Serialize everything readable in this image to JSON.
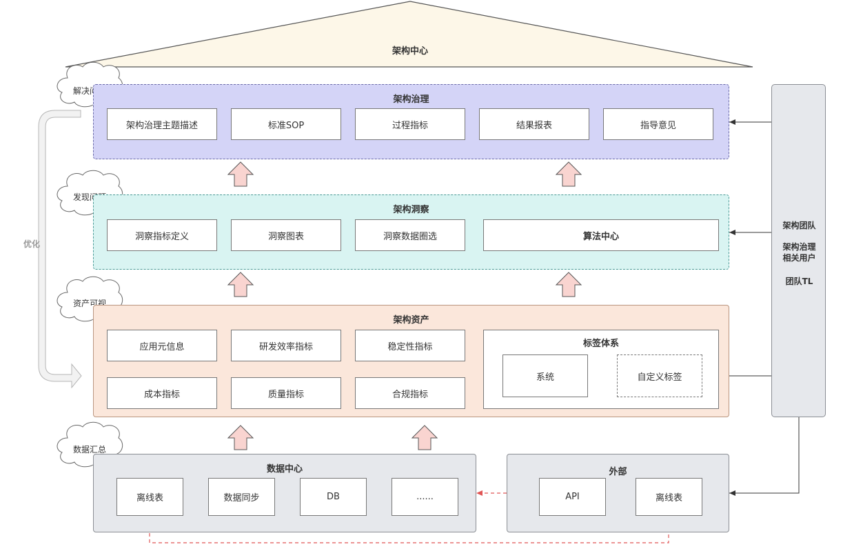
{
  "roof": {
    "label": "架构中心"
  },
  "loop": {
    "label": "优化"
  },
  "clouds": [
    "解决问题",
    "发现问题",
    "资产可视",
    "数据汇总"
  ],
  "governance": {
    "title": "架构治理",
    "items": [
      "架构治理主题描述",
      "标准SOP",
      "过程指标",
      "结果报表",
      "指导意见"
    ]
  },
  "insight": {
    "title": "架构洞察",
    "items": [
      "洞察指标定义",
      "洞察图表",
      "洞察数据圈选"
    ],
    "algo": "算法中心"
  },
  "assets": {
    "title": "架构资产",
    "items": [
      "应用元信息",
      "研发效率指标",
      "稳定性指标",
      "成本指标",
      "质量指标",
      "合规指标"
    ],
    "tags": {
      "title": "标签体系",
      "system": "系统",
      "custom": "自定义标签"
    }
  },
  "data_center": {
    "title": "数据中心",
    "items": [
      "离线表",
      "数据同步",
      "DB",
      "......"
    ]
  },
  "external": {
    "title": "外部",
    "items": [
      "API",
      "离线表"
    ]
  },
  "team": {
    "line1": "架构团队",
    "line2": "架构治理",
    "line3": "相关用户",
    "line4": "团队TL"
  },
  "colors": {
    "roof": "#fdf7e8",
    "governance": "#d4d4f7",
    "insight": "#d9f4f2",
    "assets": "#fbe7db",
    "data": "#e6e8ec",
    "up_arrow": "#f9d4d0",
    "red_dashed": "#e05555"
  }
}
